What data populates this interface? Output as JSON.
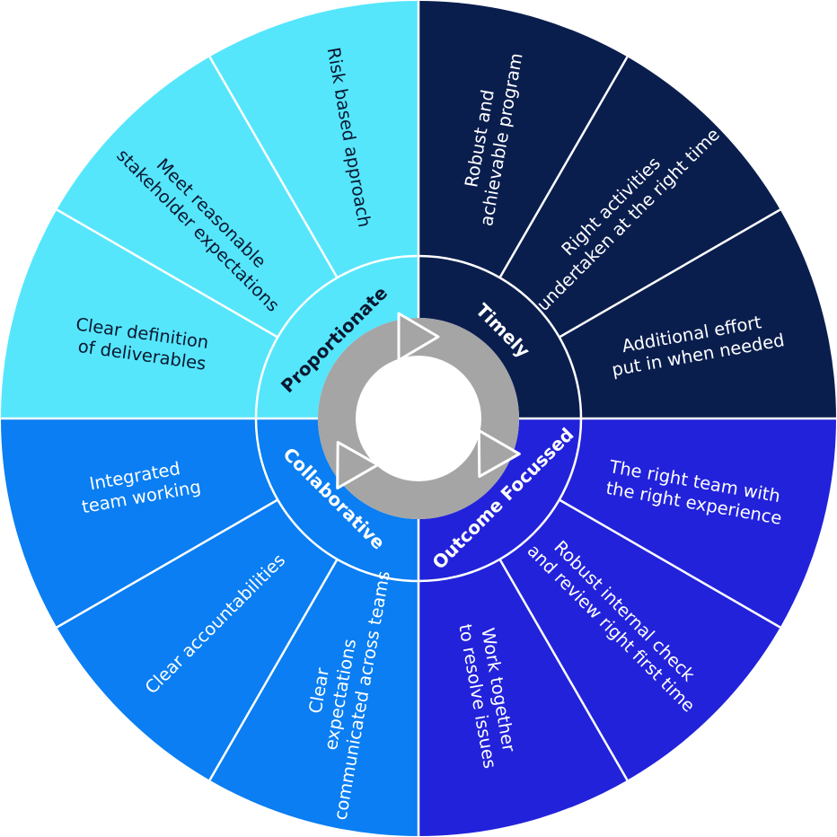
{
  "colors": {
    "proportionate": "#55E6FC",
    "timely": "#0A1E4E",
    "outcome_focussed": "#2222DB",
    "collaborative": "#0A7EF2",
    "arrows": "#A5A5A5",
    "divider": "#FFFFFF",
    "text_dark": "#0A1830",
    "text_light": "#FFFFFF"
  },
  "quadrants": {
    "proportionate": {
      "label": "Proportionate",
      "items": [
        "Clear definition of deliverables",
        "Meet reasonable stakeholder expectations",
        "Risk based approach"
      ]
    },
    "timely": {
      "label": "Timely",
      "items": [
        "Robust and achievable program",
        "Right activities undertaken at the right time",
        "Additional effort put in when needed"
      ]
    },
    "outcome_focussed": {
      "label": "Outcome Focussed",
      "items": [
        "The right team with the right experience",
        "Robust internal check and review right first time",
        "Work together to resolve issues"
      ]
    },
    "collaborative": {
      "label": "Collaborative",
      "items": [
        "Integrated team working",
        "Clear accountabilities",
        "Clear expectations communicated across teams"
      ]
    }
  },
  "center": {
    "icon": "cycle-arrows-icon"
  }
}
